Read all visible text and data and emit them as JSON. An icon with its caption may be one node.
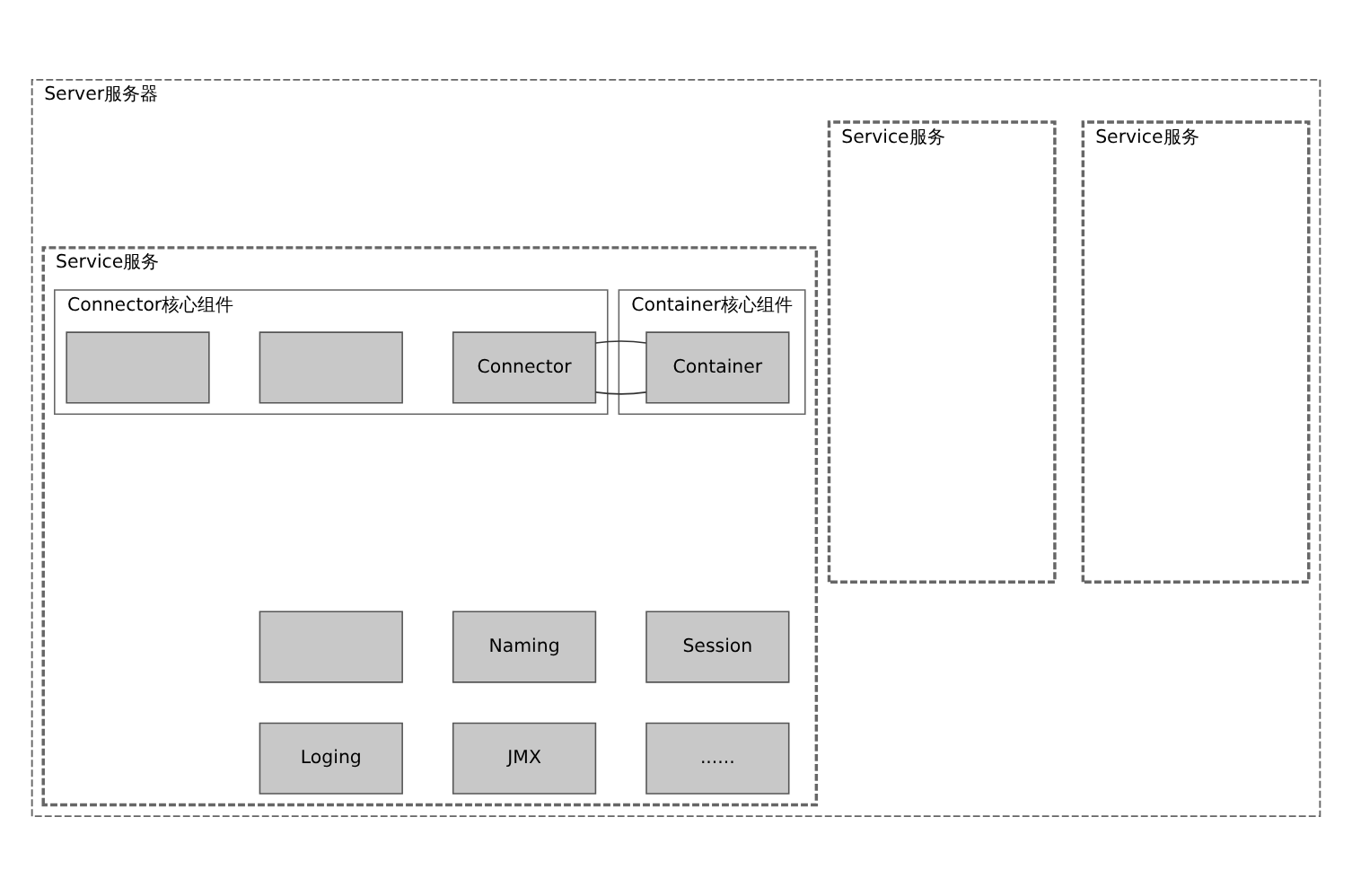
{
  "diagram": {
    "nodes": [
      {
        "text": [
          "Server服务器"
        ]
      },
      {
        "text": [
          "Service服务"
        ],
        "in": 0
      },
      {
        "text": [
          "Service服务"
        ],
        "in": 0
      },
      {
        "text": [
          "Service服务"
        ],
        "in": 0
      },
      {
        "text": [
          "Connector核心组件"
        ],
        "in": 3
      },
      {
        "text": [],
        "shape": "box",
        "in": 4
      },
      {
        "text": [],
        "shape": "box",
        "in": 4
      },
      {
        "text": [
          "Connector"
        ],
        "in": 4
      },
      {
        "text": [
          "Container核心组件"
        ],
        "in": 3
      },
      {
        "text": [
          "Container"
        ],
        "in": 8
      },
      {
        "text": [],
        "shape": "box",
        "in": 3
      },
      {
        "text": [
          "Naming"
        ],
        "in": 3
      },
      {
        "text": [
          "Session"
        ],
        "in": 3
      },
      {
        "text": [
          "Loging"
        ],
        "in": 3
      },
      {
        "text": [
          "JMX"
        ],
        "in": 3
      },
      {
        "text": [
          "......"
        ],
        "in": 3
      }
    ],
    "edges": [
      {
        "from": 7,
        "to": 9,
        "arrow": "none"
      }
    ]
  }
}
